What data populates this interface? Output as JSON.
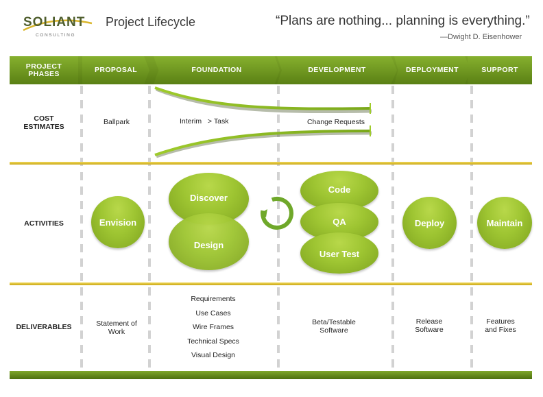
{
  "logo": {
    "name": "SOLIANT",
    "sub": "CONSULTING"
  },
  "title": "Project Lifecycle",
  "quote": {
    "text": "“Plans are nothing... planning is everything.”",
    "author": "—Dwight D. Eisenhower"
  },
  "phases": {
    "header": "PROJECT PHASES",
    "items": [
      "PROPOSAL",
      "FOUNDATION",
      "DEVELOPMENT",
      "DEPLOYMENT",
      "SUPPORT"
    ]
  },
  "rows": {
    "cost": "COST ESTIMATES",
    "activities": "ACTIVITIES",
    "deliverables": "DELIVERABLES"
  },
  "cost": {
    "proposal": "Ballpark",
    "foundation_a": "Interim",
    "foundation_arrow": ">",
    "foundation_b": "Task",
    "development": "Change Requests"
  },
  "activities": {
    "envision": "Envision",
    "discover": "Discover",
    "design": "Design",
    "code": "Code",
    "qa": "QA",
    "user_test": "User Test",
    "deploy": "Deploy",
    "maintain": "Maintain"
  },
  "deliverables": {
    "proposal": "Statement of Work",
    "foundation": [
      "Requirements",
      "Use Cases",
      "Wire Frames",
      "Technical Specs",
      "Visual Design"
    ],
    "development": "Beta/Testable Software",
    "deployment": "Release Software",
    "support": "Features and Fixes"
  },
  "colors": {
    "green": "#86b02e",
    "dark_green": "#557a12",
    "gold": "#d4b51e",
    "bubble": "#9ec532"
  }
}
